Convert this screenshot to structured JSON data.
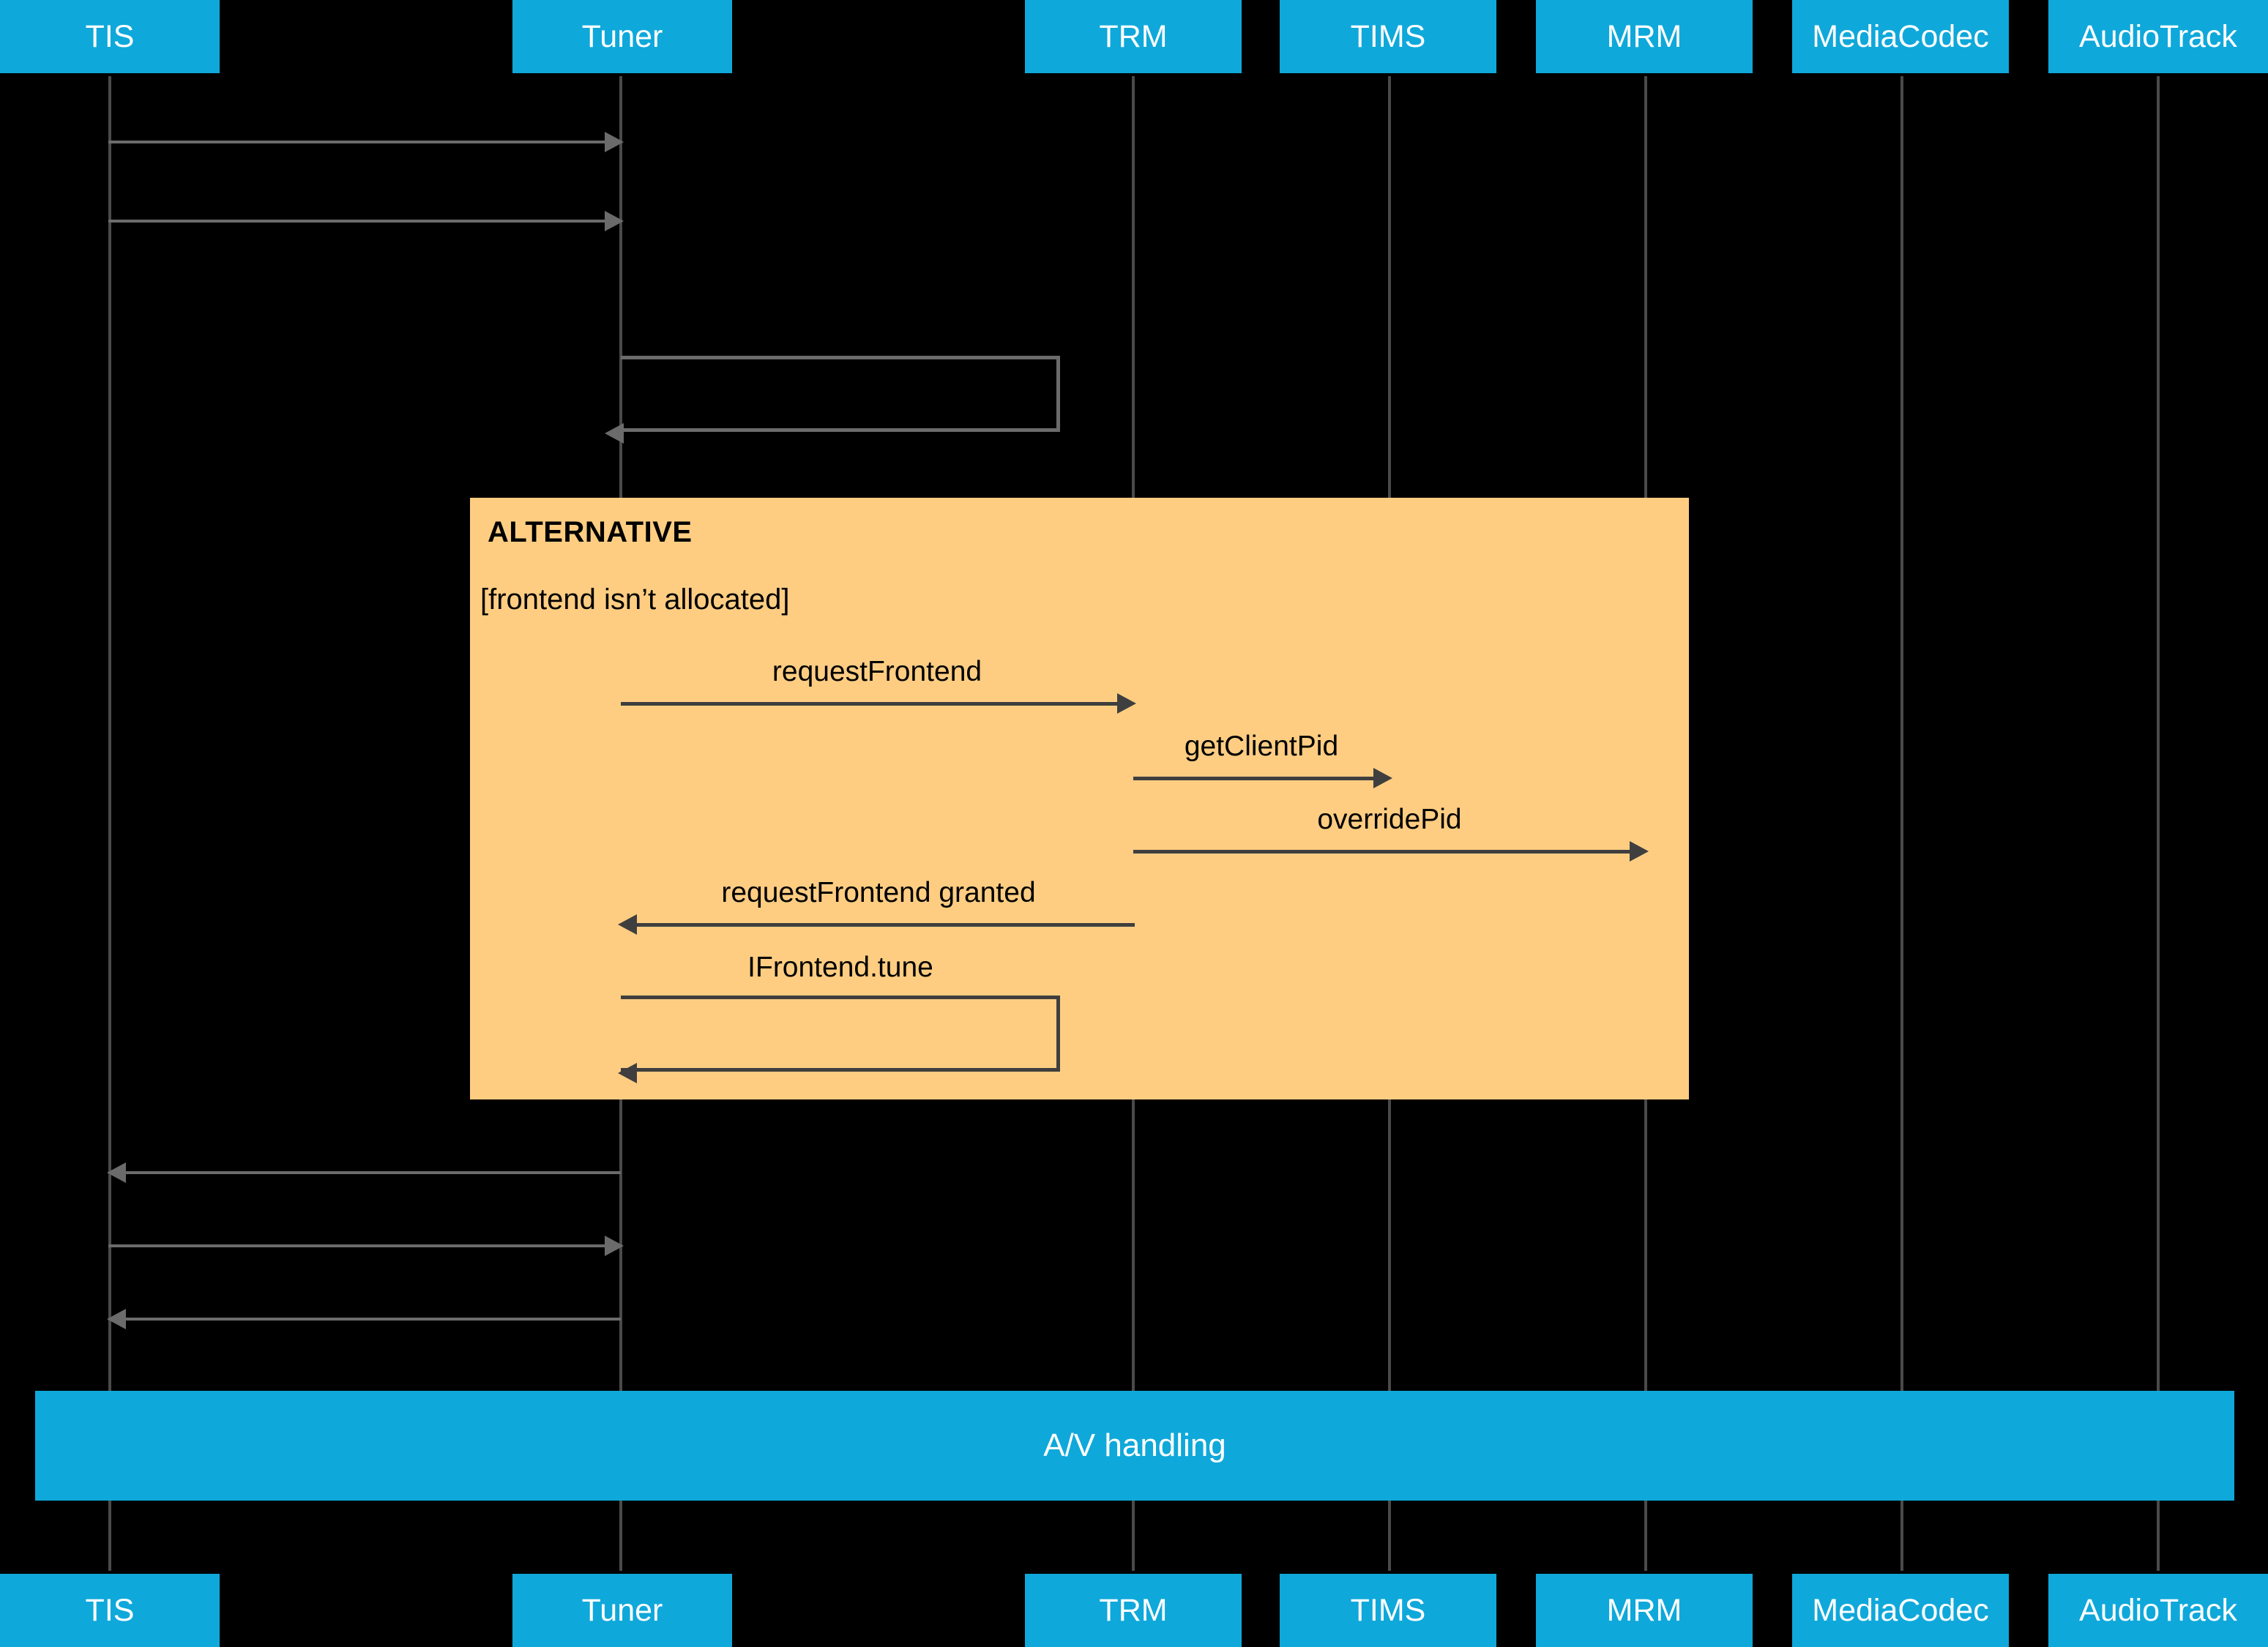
{
  "diagram": {
    "type": "uml-sequence-diagram",
    "background_color": "#000000",
    "participant_color": "#0fa8da",
    "participant_text_color": "#ffffff",
    "fragment_color": "#fecd82",
    "line_color": "#3f3f3f",
    "light_line_color": "#6b6b6b"
  },
  "participants": [
    {
      "id": "tis",
      "label": "TIS"
    },
    {
      "id": "tuner",
      "label": "Tuner"
    },
    {
      "id": "trm",
      "label": "TRM"
    },
    {
      "id": "tims",
      "label": "TIMS"
    },
    {
      "id": "mrm",
      "label": "MRM"
    },
    {
      "id": "mediacodec",
      "label": "MediaCodec"
    },
    {
      "id": "audiotrack",
      "label": "AudioTrack"
    }
  ],
  "fragment": {
    "operator": "ALTERNATIVE",
    "guard": "[frontend isn’t allocated]"
  },
  "messages": [
    {
      "id": "m1",
      "label": "",
      "from": "tis",
      "to": "tuner"
    },
    {
      "id": "m2",
      "label": "",
      "from": "tis",
      "to": "tuner"
    },
    {
      "id": "m3",
      "label": "",
      "from": "tuner",
      "to": "tuner"
    },
    {
      "id": "m4",
      "label": "requestFrontend",
      "from": "tuner",
      "to": "trm"
    },
    {
      "id": "m5",
      "label": "getClientPid",
      "from": "trm",
      "to": "tims"
    },
    {
      "id": "m6",
      "label": "overridePid",
      "from": "trm",
      "to": "mrm"
    },
    {
      "id": "m7",
      "label": "requestFrontend granted",
      "from": "trm",
      "to": "tuner"
    },
    {
      "id": "m8",
      "label": "IFrontend.tune",
      "from": "tuner",
      "to": "tuner"
    },
    {
      "id": "m9",
      "label": "",
      "from": "tuner",
      "to": "tis"
    },
    {
      "id": "m10",
      "label": "",
      "from": "tis",
      "to": "tuner"
    },
    {
      "id": "m11",
      "label": "",
      "from": "tuner",
      "to": "tis"
    }
  ],
  "action_bar": {
    "label": "A/V handling"
  }
}
